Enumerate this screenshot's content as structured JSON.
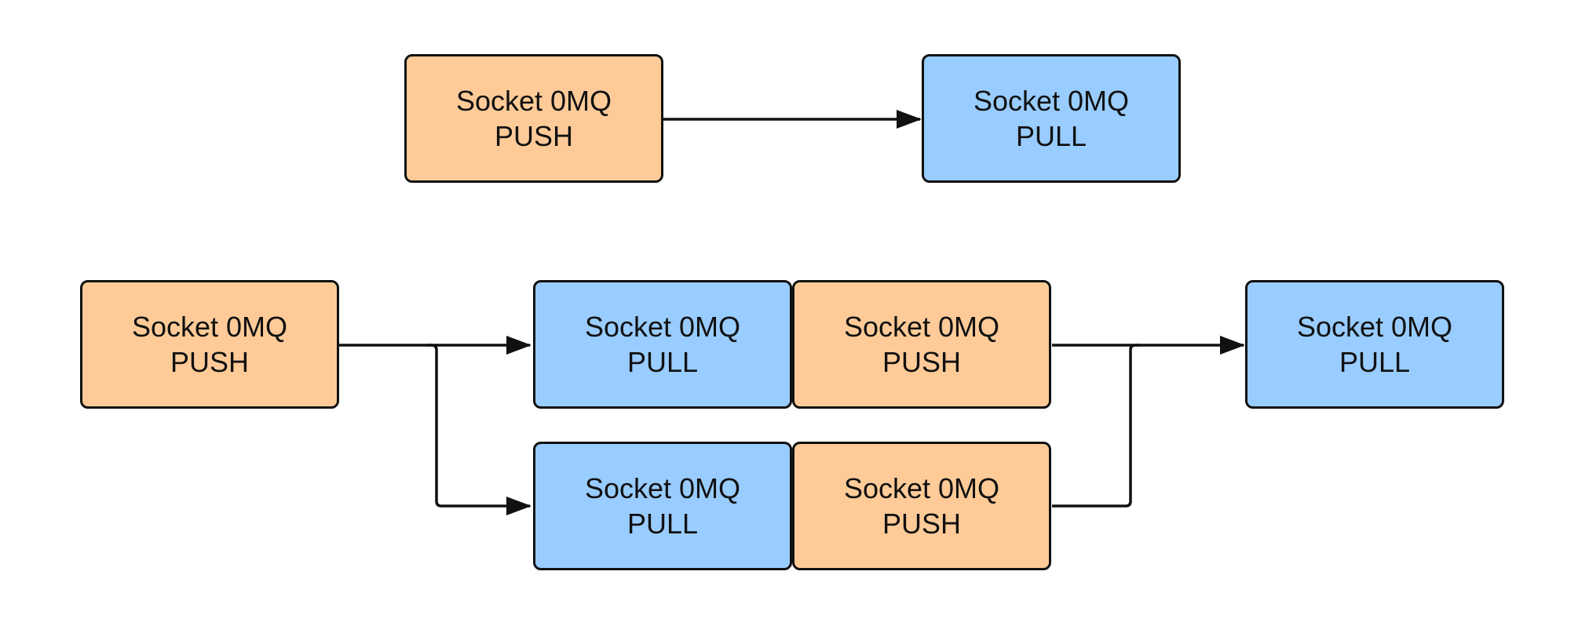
{
  "colors": {
    "push_fill": "#FECB98",
    "pull_fill": "#99CCFF",
    "stroke": "#111111"
  },
  "nodes": {
    "top_push": {
      "title": "Socket 0MQ",
      "type": "PUSH",
      "kind": "push"
    },
    "top_pull": {
      "title": "Socket 0MQ",
      "type": "PULL",
      "kind": "pull"
    },
    "src_push": {
      "title": "Socket 0MQ",
      "type": "PUSH",
      "kind": "push"
    },
    "w1_pull": {
      "title": "Socket 0MQ",
      "type": "PULL",
      "kind": "pull"
    },
    "w1_push": {
      "title": "Socket 0MQ",
      "type": "PUSH",
      "kind": "push"
    },
    "w2_pull": {
      "title": "Socket 0MQ",
      "type": "PULL",
      "kind": "pull"
    },
    "w2_push": {
      "title": "Socket 0MQ",
      "type": "PUSH",
      "kind": "push"
    },
    "sink_pull": {
      "title": "Socket 0MQ",
      "type": "PULL",
      "kind": "pull"
    }
  },
  "edges": [
    {
      "from": "top_push",
      "to": "top_pull"
    },
    {
      "from": "src_push",
      "to": "w1_pull"
    },
    {
      "from": "src_push",
      "to": "w2_pull"
    },
    {
      "from": "w1_push",
      "to": "sink_pull"
    },
    {
      "from": "w2_push",
      "to": "sink_pull"
    }
  ]
}
